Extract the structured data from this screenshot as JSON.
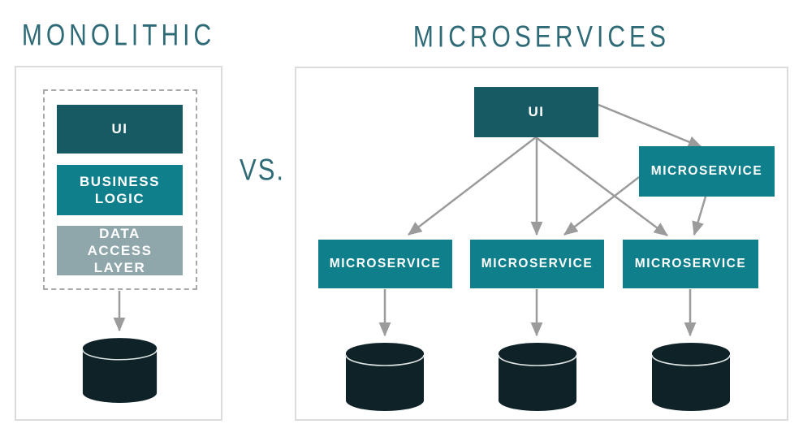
{
  "diagram": {
    "left_title": "MONOLITHIC",
    "versus": "VS.",
    "right_title": "MICROSERVICES",
    "monolithic": {
      "layers": [
        {
          "label": "UI",
          "color": "#175a63"
        },
        {
          "label": "BUSINESS LOGIC",
          "color": "#107f8c"
        },
        {
          "label": "DATA ACCESS LAYER",
          "color": "#8fa6ab"
        }
      ],
      "databases": 1
    },
    "microservices": {
      "ui": {
        "label": "UI",
        "color": "#175a63"
      },
      "gateway_service": {
        "label": "MICROSERVICE",
        "color": "#107f8c"
      },
      "services": [
        {
          "label": "MICROSERVICE",
          "color": "#107f8c"
        },
        {
          "label": "MICROSERVICE",
          "color": "#107f8c"
        },
        {
          "label": "MICROSERVICE",
          "color": "#107f8c"
        }
      ],
      "databases": 3
    },
    "colors": {
      "title_text": "#2f6b77",
      "arrow": "#9b9b9b",
      "database": "#0e2227",
      "panel_border": "#dcdcdc",
      "dashed_border": "#a9a9a9",
      "label_text": "#ffffff"
    }
  }
}
